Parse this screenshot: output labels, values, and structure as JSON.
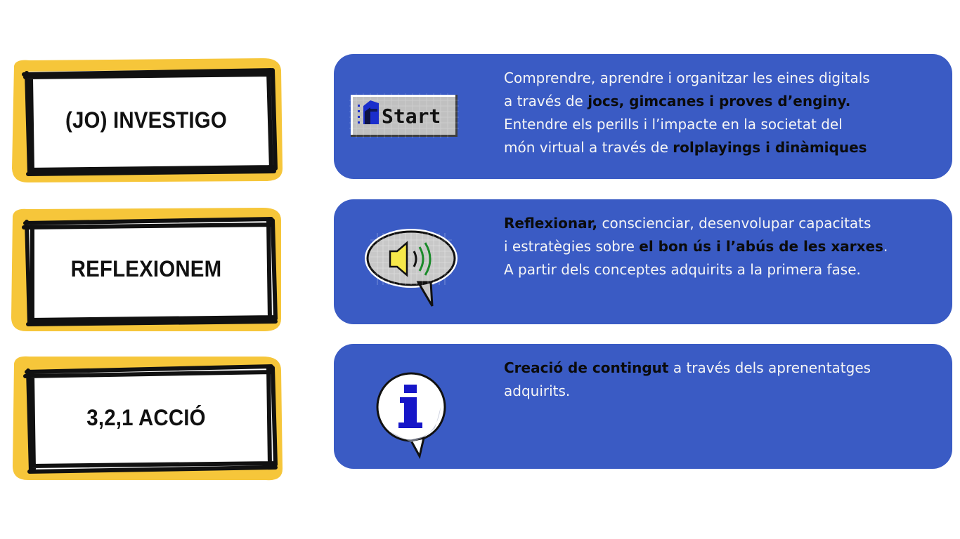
{
  "labels": [
    {
      "text": "(JO) INVESTIGO"
    },
    {
      "text": "REFLEXIONEM"
    },
    {
      "text": "3,2,1 ACCIÓ"
    }
  ],
  "cards": [
    {
      "icon": "start-button-icon",
      "icon_label": "Start",
      "lines": [
        [
          {
            "t": "Comprendre, aprendre i organitzar les eines digitals",
            "b": false
          }
        ],
        [
          {
            "t": "a través de ",
            "b": false
          },
          {
            "t": "jocs, gimcanes i proves d’enginy.",
            "b": true
          }
        ],
        [
          {
            "t": "Entendre els perills i l’impacte en la societat del",
            "b": false
          }
        ],
        [
          {
            "t": "món virtual a través de ",
            "b": false
          },
          {
            "t": "rolplayings i dinàmiques",
            "b": true
          }
        ]
      ]
    },
    {
      "icon": "speaker-speech-bubble-icon",
      "lines": [
        [
          {
            "t": "Reflexionar,",
            "b": true
          },
          {
            "t": " conscienciar, desenvolupar capacitats",
            "b": false
          }
        ],
        [
          {
            "t": "i estratègies sobre ",
            "b": false
          },
          {
            "t": "el bon ús i l’abús de les xarxes",
            "b": true
          },
          {
            "t": ".",
            "b": false
          }
        ],
        [
          {
            "t": "A partir dels conceptes adquirits a la primera fase.",
            "b": false
          }
        ]
      ]
    },
    {
      "icon": "info-speech-bubble-icon",
      "lines": [
        [
          {
            "t": "Creació de contingut",
            "b": true
          },
          {
            "t": " a través dels aprenentatges",
            "b": false
          }
        ],
        [
          {
            "t": "adquirits.",
            "b": false
          }
        ]
      ]
    }
  ],
  "colors": {
    "card_bg": "#3a5bc4",
    "frame_yellow": "#f6c63a",
    "frame_black": "#111111",
    "text_light": "#f5f5f5",
    "text_bold": "#0b0b0b"
  }
}
